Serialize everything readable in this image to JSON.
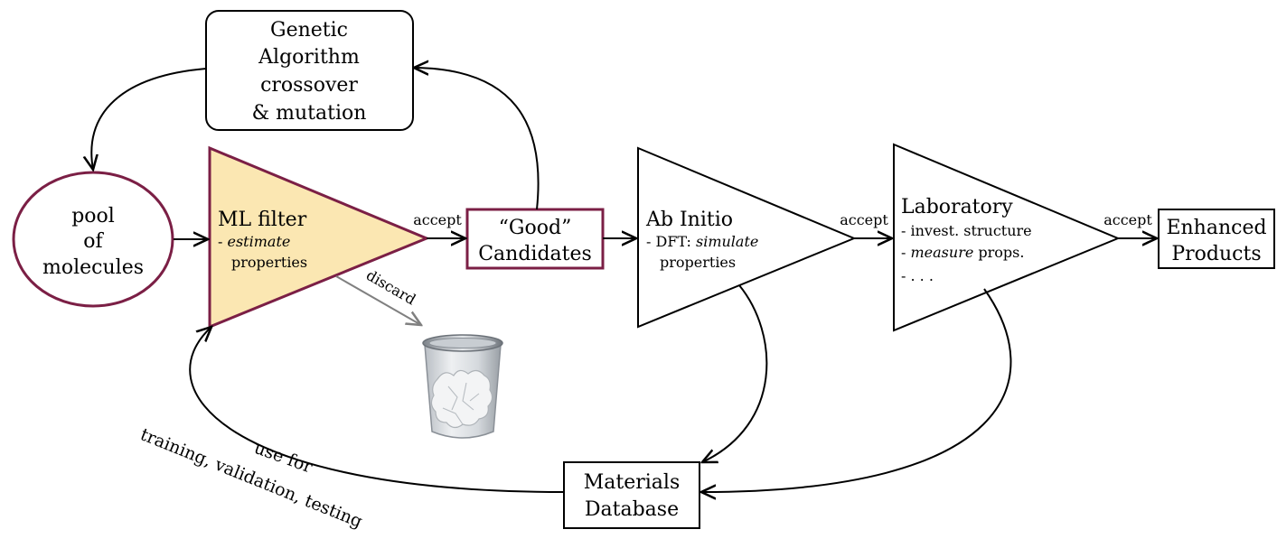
{
  "genetic_algorithm": {
    "line1": "Genetic",
    "line2": "Algorithm",
    "line3": "crossover",
    "line4": "& mutation"
  },
  "pool": {
    "line1": "pool",
    "line2": "of",
    "line3": "molecules"
  },
  "ml_filter": {
    "title": "ML filter",
    "bullet_dash": "- ",
    "bullet_italic": "estimate",
    "bullet_rest": "properties"
  },
  "good_candidates": {
    "line1": "“Good”",
    "line2": "Candidates"
  },
  "ab_initio": {
    "title": "Ab Initio",
    "bullet_prefix": "- DFT: ",
    "bullet_italic": "simulate",
    "bullet_rest": "properties"
  },
  "laboratory": {
    "title": "Laboratory",
    "item1": "- invest. structure",
    "item2_dash": "- ",
    "item2_italic": "measure",
    "item2_rest": " props.",
    "item3": "-  . . ."
  },
  "enhanced_products": {
    "line1": "Enhanced",
    "line2": "Products"
  },
  "materials_database": {
    "line1": "Materials",
    "line2": "Database"
  },
  "edges": {
    "accept_ml": "accept",
    "accept_abinitio": "accept",
    "accept_lab": "accept",
    "discard": "discard",
    "use_for": "use for",
    "training": "training, validation, testing"
  },
  "icons": {
    "discard_target": "trash-can-icon"
  },
  "colors": {
    "accent": "#7b1f45",
    "ml_fill": "#fbe7b2",
    "discard_arrow": "#808080"
  }
}
